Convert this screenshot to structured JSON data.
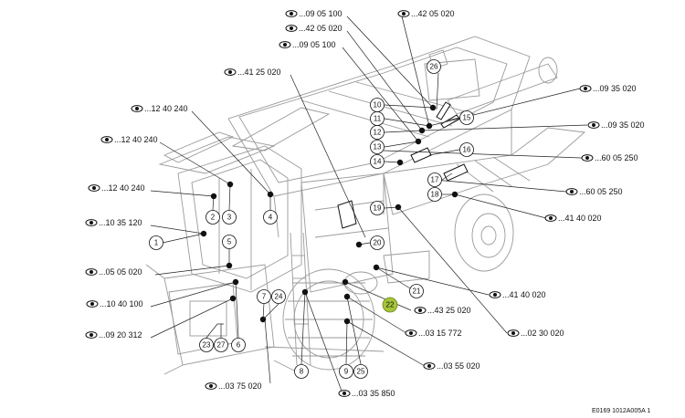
{
  "callouts": [
    {
      "id": "c01",
      "text": "...09 05 100"
    },
    {
      "id": "c02",
      "text": "...42 05 020"
    },
    {
      "id": "c03",
      "text": "...42 05 020"
    },
    {
      "id": "c04",
      "text": "...09 05 100"
    },
    {
      "id": "c05",
      "text": "...41 25 020"
    },
    {
      "id": "c06",
      "text": "...12 40 240"
    },
    {
      "id": "c07",
      "text": "...12 40 240"
    },
    {
      "id": "c08",
      "text": "...12 40 240"
    },
    {
      "id": "c09",
      "text": "...10 35 120"
    },
    {
      "id": "c10",
      "text": "...05 05 020"
    },
    {
      "id": "c11",
      "text": "...10 40 100"
    },
    {
      "id": "c12",
      "text": "...09 20 312"
    },
    {
      "id": "c13",
      "text": "...03 75 020"
    },
    {
      "id": "c14",
      "text": "...03 35 850"
    },
    {
      "id": "c15",
      "text": "...03 55 020"
    },
    {
      "id": "c16",
      "text": "...03 15 772"
    },
    {
      "id": "c17",
      "text": "...43 25 020"
    },
    {
      "id": "c18",
      "text": "...02 30 020"
    },
    {
      "id": "c19",
      "text": "...41 40 020"
    },
    {
      "id": "c20",
      "text": "...41 40 020"
    },
    {
      "id": "c21",
      "text": "...60 05 250"
    },
    {
      "id": "c22",
      "text": "...60 05 250"
    },
    {
      "id": "c23",
      "text": "...09 35 020"
    },
    {
      "id": "c24",
      "text": "...09 35 020"
    }
  ],
  "markers": [
    "1",
    "2",
    "3",
    "4",
    "5",
    "6",
    "7",
    "8",
    "9",
    "10",
    "11",
    "12",
    "13",
    "14",
    "15",
    "16",
    "17",
    "18",
    "19",
    "20",
    "21",
    "22",
    "23",
    "24",
    "25",
    "26",
    "27"
  ],
  "highlight_marker": "22",
  "highlight_color": "#a6c43a",
  "footer_code": "E0169 1012A005A 1"
}
